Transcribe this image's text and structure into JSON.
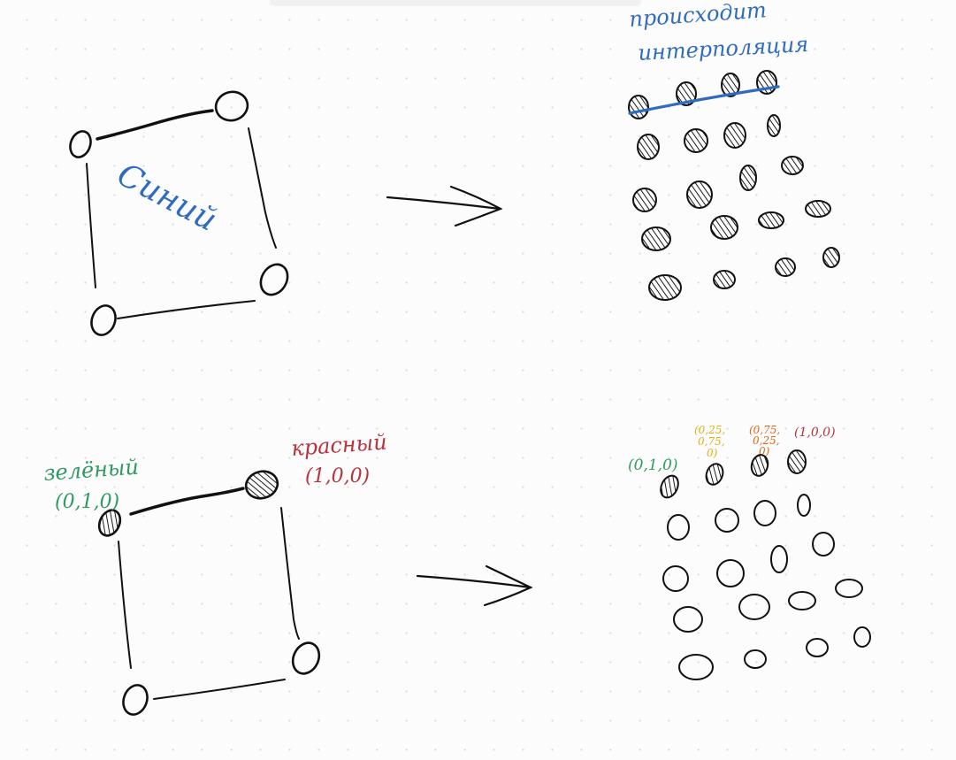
{
  "colors": {
    "ink": "#111111",
    "blue": "#2f6cbf",
    "green": "#2e9a62",
    "red": "#b8323c",
    "yellow": "#e0b010",
    "orange": "#e0651a",
    "canvas": "#fcfcfc"
  },
  "top": {
    "quad_label": "Синий",
    "note_line1": "происходит",
    "note_line2": "интерполяция"
  },
  "bottom": {
    "green_name": "зелёный",
    "green_coord": "(0,1,0)",
    "red_name": "красный",
    "red_coord": "(1,0,0)",
    "grid_labels": {
      "first": "(0,1,0)",
      "second_line1": "(0,25,",
      "second_line2": "0,75,",
      "second_line3": "0)",
      "third_line1": "(0,75,",
      "third_line2": "0,25,",
      "third_line3": "0)",
      "fourth": "(1,0,0)"
    }
  }
}
